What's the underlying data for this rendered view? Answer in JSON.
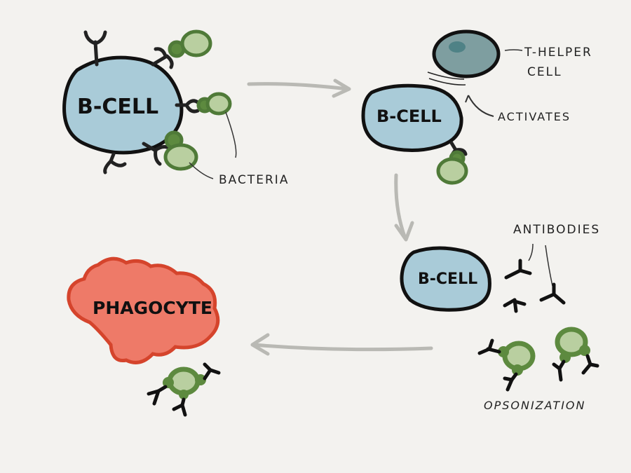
{
  "labels": {
    "bcell_main": "B-CELL",
    "bcell_mid": "B-CELL",
    "bcell_low": "B-CELL",
    "phagocyte": "PHAGOCYTE",
    "bacteria": "BACTERIA",
    "thelper_line1": "T-HELPER",
    "thelper_line2": "CELL",
    "activates": "ACTIVATES",
    "antibodies": "ANTIBODIES",
    "opsonization": "OPSONIZATION"
  },
  "colors": {
    "bcell_fill": "#a9cbd8",
    "thelper_fill": "#7e9ea0",
    "bacteria_fill": "#b9cfa0",
    "bacteria_outline": "#4f7a38",
    "phagocyte_fill": "#ee7a68",
    "phagocyte_outline": "#d5442c",
    "arrow": "#b9b9b4",
    "outline": "#111111"
  }
}
